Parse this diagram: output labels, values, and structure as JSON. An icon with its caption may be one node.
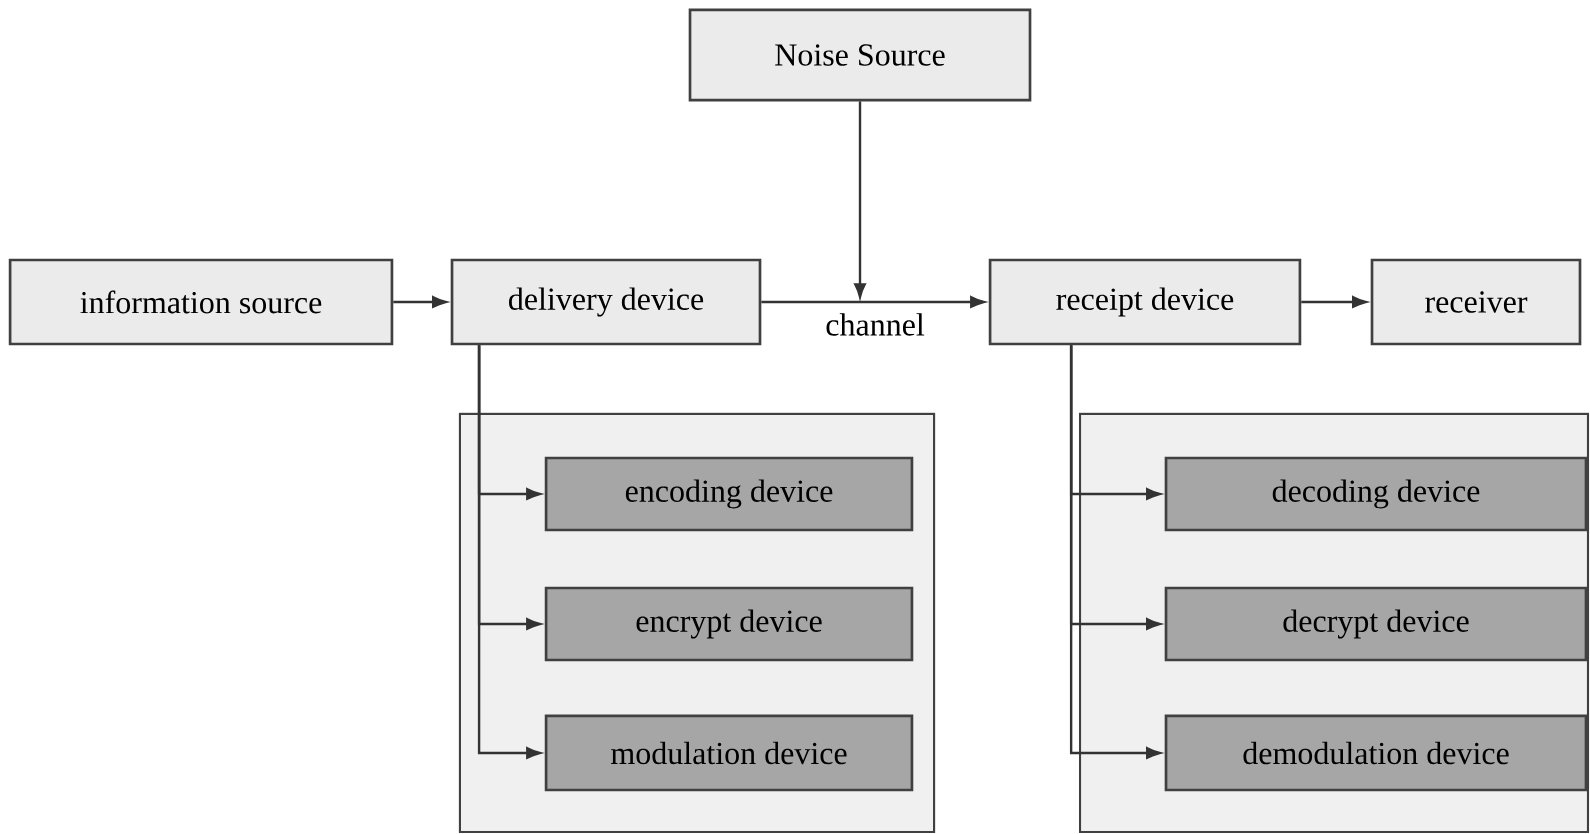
{
  "diagram": {
    "nodes": [
      {
        "text": [
          "Noise Source"
        ]
      },
      {
        "text": [
          "information source"
        ]
      },
      {
        "text": [
          "delivery device"
        ]
      },
      {
        "text": [
          "receipt device"
        ]
      },
      {
        "text": [
          "receiver"
        ]
      },
      {
        "text": [],
        "shape": "box"
      },
      {
        "text": [
          "encoding device"
        ],
        "in": 5
      },
      {
        "text": [
          "encrypt device"
        ],
        "in": 5
      },
      {
        "text": [
          "modulation device"
        ],
        "in": 5
      },
      {
        "text": [],
        "shape": "box"
      },
      {
        "text": [
          "decoding device"
        ],
        "in": 9
      },
      {
        "text": [
          "decrypt device"
        ],
        "in": 9
      },
      {
        "text": [
          "demodulation device"
        ],
        "in": 9
      }
    ],
    "edges": [
      {
        "from": 1,
        "to": 2,
        "arrow": "to"
      },
      {
        "from": 2,
        "to": 3,
        "arrow": "to",
        "label": "channel"
      },
      {
        "from": 0,
        "to": null,
        "arrow": "to"
      },
      {
        "from": 3,
        "to": 4,
        "arrow": "to"
      },
      {
        "from": 2,
        "to": 6,
        "arrow": "to"
      },
      {
        "from": 2,
        "to": 7,
        "arrow": "to"
      },
      {
        "from": 2,
        "to": 8,
        "arrow": "to"
      },
      {
        "from": 3,
        "to": 10,
        "arrow": "to"
      },
      {
        "from": 3,
        "to": 11,
        "arrow": "to"
      },
      {
        "from": 3,
        "to": 12,
        "arrow": "to"
      }
    ]
  }
}
